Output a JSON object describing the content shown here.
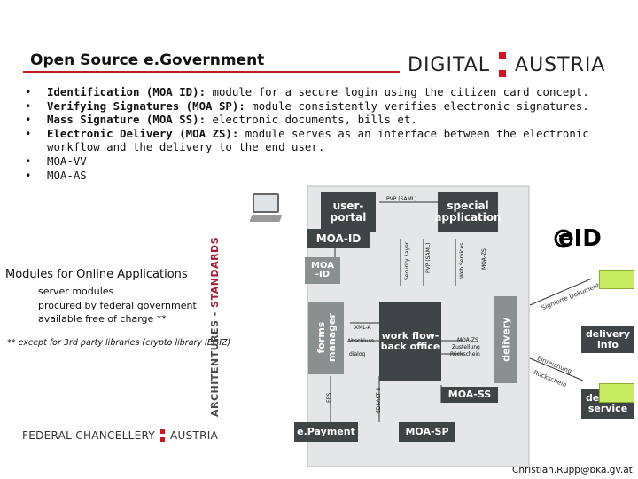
{
  "header": {
    "title": "Open Source e.Government",
    "logo_left": "DIGITAL",
    "logo_right": "AUSTRIA"
  },
  "bullets": [
    {
      "bold": "Identification (MOA ID):",
      "text": " module for a secure login using the citizen card concept."
    },
    {
      "bold": "Verifying Signatures (MOA SP):",
      "text": " module consistently verifies electronic signatures."
    },
    {
      "bold": "Mass Signature (MOA SS):",
      "text": " electronic documents, bills et."
    },
    {
      "bold": "Electronic Delivery (MOA ZS):",
      "text": " module serves as an interface between the electronic workflow and the delivery to the end user."
    },
    {
      "bold": "",
      "text": "MOA-VV"
    },
    {
      "bold": "",
      "text": "MOA-AS"
    }
  ],
  "modules": {
    "heading": "Modules for Online Applications",
    "items": [
      "server modules",
      "procured by federal government",
      "available free of charge **"
    ],
    "note": "** except for 3rd party libraries (crypto library IEGIZ)"
  },
  "vertical_label": {
    "part1": "ARCHITENTURES",
    "dash": " - ",
    "part2": "STANDARDS"
  },
  "footer": {
    "org_left": "FEDERAL CHANCELLERY",
    "org_right": "AUSTRIA",
    "email": "Christian.Rupp@bka.gv.at"
  },
  "diagram": {
    "user_portal": "user-\nportal",
    "special_application": "special\napplication",
    "moa_id_top": "MOA-ID",
    "moa_id_small": "MOA\n-ID",
    "forms_manager": "forms\nmanager",
    "work_flow": "work flow-\nback office",
    "delivery": "delivery",
    "delivery_info": "delivery\ninfo",
    "moa_ss": "MOA-SS",
    "delivery_service": "delivery\nservice",
    "epayment": "e.Payment",
    "moa_sp": "MOA-SP",
    "pvp_saml_h": "PVP (SAML)",
    "pvp_saml_v": "PVP (SAML)",
    "security_layer": "Security Layer",
    "web_services": "Web Services",
    "moa_zs": "MOA-ZS",
    "xml_a": "XML-A",
    "abschluss": "Abschluss",
    "dialog": "dialog",
    "moa_zs_box": "MOA-ZS",
    "zustellung": "Zustellung",
    "ruckschein": "Rückschein",
    "eps": "EPS",
    "edi_akt": "EDI-AKT II",
    "eid": "eID",
    "signed_note_1": "Einreichung",
    "signed_note_2": "Signierte Dokumente",
    "signed_note_3": "Rückschein"
  },
  "colors": {
    "accent_red": "#d4141c",
    "block_dark": "#3f4446",
    "block_mid": "#8a9090",
    "bubble_green": "#c8ec60"
  }
}
